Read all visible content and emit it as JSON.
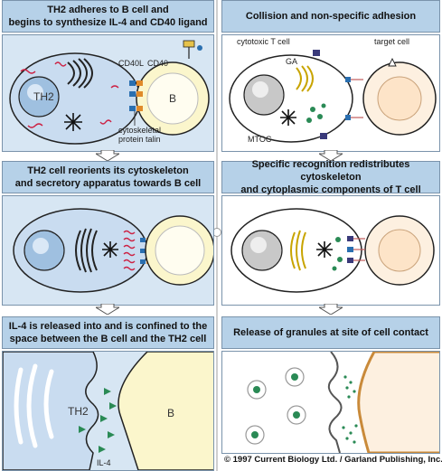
{
  "panels": {
    "left": {
      "step1": {
        "header_line1": "TH2 adheres to B cell and",
        "header_line2": "begins to synthesize IL-4 and CD40 ligand",
        "labels": {
          "th2": "TH2",
          "b": "B",
          "cd40l": "CD40L",
          "cd40": "CD40",
          "talin_1": "cytoskeletal",
          "talin_2": "protein talin"
        }
      },
      "step2": {
        "header_line1": "TH2 cell reorients its cytoskeleton",
        "header_line2": "and secretory apparatus towards B cell"
      },
      "step3": {
        "header_line1": "IL-4 is released into and is confined to the",
        "header_line2": "space between the B cell and the TH2 cell",
        "labels": {
          "th2": "TH2",
          "b": "B",
          "il4": "IL-4"
        }
      }
    },
    "right": {
      "step1": {
        "header_line1": "Collision and non-specific adhesion",
        "labels": {
          "cytotoxic": "cytotoxic T cell",
          "target": "target cell",
          "ga": "GA",
          "mtoc": "MTOC"
        }
      },
      "step2": {
        "header_line1": "Specific recognition redistributes cytoskeleton",
        "header_line2": "and cytoplasmic components of T cell"
      },
      "step3": {
        "header_line1": "Release of granules at site of cell contact"
      }
    }
  },
  "copyright": "© 1997 Current Biology Ltd. / Garland Publishing, Inc.",
  "colors": {
    "header": "#b6d1e8",
    "panel": "#d7e6f3",
    "th2_cell": "#c9dcf0",
    "b_cell": "#fbf6cc",
    "golgi": "#222222",
    "talin": "#cc2244",
    "granule": "#2a8a55"
  }
}
